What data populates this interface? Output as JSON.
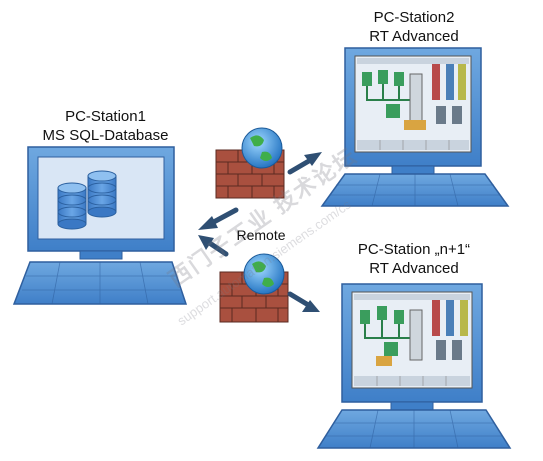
{
  "nodes": {
    "pc_station1": {
      "line1": "PC-Station1",
      "line2": "MS SQL-Database"
    },
    "pc_station2": {
      "line1": "PC-Station2",
      "line2": "RT Advanced"
    },
    "pc_station_n": {
      "line1": "PC-Station „n+1“",
      "line2": "RT Advanced"
    }
  },
  "connection": {
    "label": "Remote"
  },
  "watermark": {
    "line1": "西门子工业 技术论坛",
    "line2": "support.automation.siemens.com/cs"
  },
  "colors": {
    "monitor_fill": "#5b9bd5",
    "monitor_dark": "#2f5f9e",
    "screen_bg": "#d9e6f5",
    "database": "#4f8fd6",
    "firewall": "#9c4a3b",
    "arrow": "#2f4f73"
  }
}
